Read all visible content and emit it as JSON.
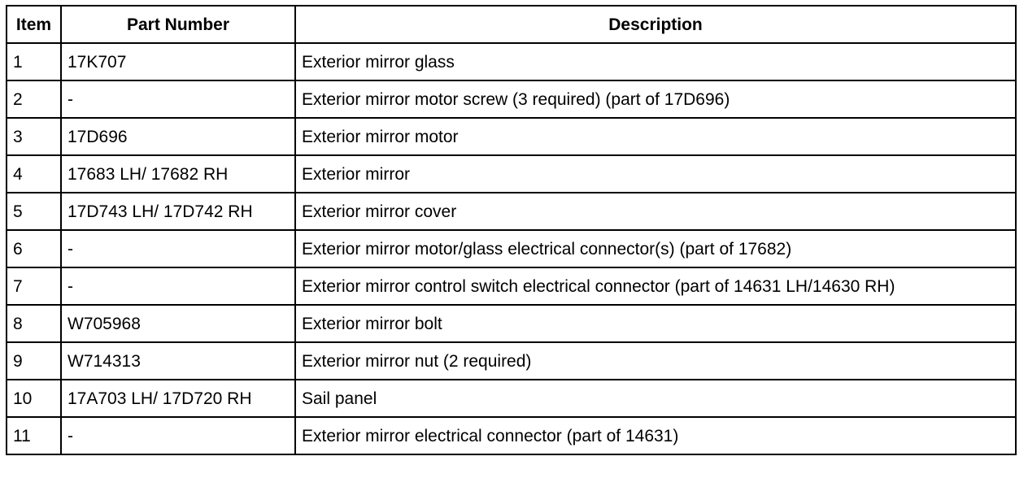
{
  "table": {
    "headers": {
      "item": "Item",
      "part_number": "Part Number",
      "description": "Description"
    },
    "rows": [
      {
        "item": "1",
        "part_number": "17K707",
        "description": "Exterior mirror glass"
      },
      {
        "item": "2",
        "part_number": "-",
        "description": "Exterior mirror motor screw (3 required) (part of 17D696)"
      },
      {
        "item": "3",
        "part_number": "17D696",
        "description": "Exterior mirror motor"
      },
      {
        "item": "4",
        "part_number": "17683 LH/ 17682 RH",
        "description": "Exterior mirror"
      },
      {
        "item": "5",
        "part_number": "17D743 LH/ 17D742 RH",
        "description": "Exterior mirror cover"
      },
      {
        "item": "6",
        "part_number": "-",
        "description": "Exterior mirror motor/glass electrical connector(s) (part of 17682)"
      },
      {
        "item": "7",
        "part_number": "-",
        "description": "Exterior mirror control switch electrical connector (part of 14631 LH/14630 RH)"
      },
      {
        "item": "8",
        "part_number": "W705968",
        "description": "Exterior mirror bolt"
      },
      {
        "item": "9",
        "part_number": "W714313",
        "description": "Exterior mirror nut (2 required)"
      },
      {
        "item": "10",
        "part_number": "17A703 LH/ 17D720 RH",
        "description": "Sail panel"
      },
      {
        "item": "11",
        "part_number": "-",
        "description": "Exterior mirror electrical connector (part of 14631)"
      }
    ]
  }
}
